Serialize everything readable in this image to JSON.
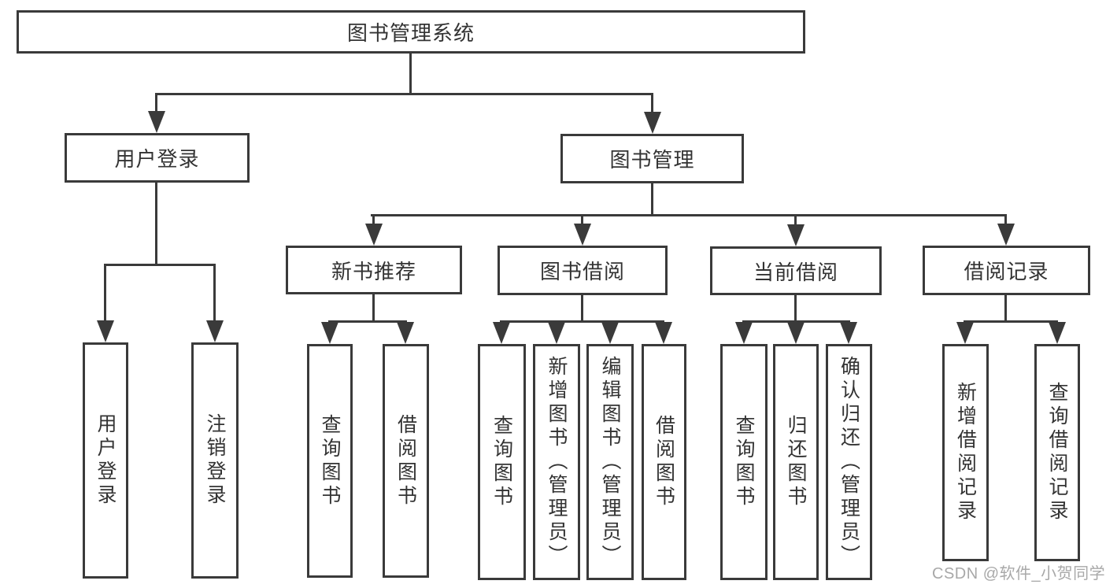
{
  "diagram": {
    "root": {
      "label": "图书管理系统"
    },
    "user_login_branch": {
      "label": "用户登录",
      "leaves": [
        {
          "label": "用户登录"
        },
        {
          "label": "注销登录"
        }
      ]
    },
    "book_mgmt_branch": {
      "label": "图书管理",
      "groups": [
        {
          "label": "新书推荐",
          "leaves": [
            {
              "label": "查询图书"
            },
            {
              "label": "借阅图书"
            }
          ]
        },
        {
          "label": "图书借阅",
          "leaves": [
            {
              "label": "查询图书"
            },
            {
              "label": "新增图书（管理员）"
            },
            {
              "label": "编辑图书（管理员）"
            },
            {
              "label": "借阅图书"
            }
          ]
        },
        {
          "label": "当前借阅",
          "leaves": [
            {
              "label": "查询图书"
            },
            {
              "label": "归还图书"
            },
            {
              "label": "确认归还（管理员）"
            }
          ]
        },
        {
          "label": "借阅记录",
          "leaves": [
            {
              "label": "新增借阅记录"
            },
            {
              "label": "查询借阅记录"
            }
          ]
        }
      ]
    },
    "watermark": "CSDN @软件_小贺同学"
  },
  "colors": {
    "line": "#3a3a3a",
    "text": "#333333",
    "background": "#ffffff",
    "watermark": "#a8a8a8"
  }
}
